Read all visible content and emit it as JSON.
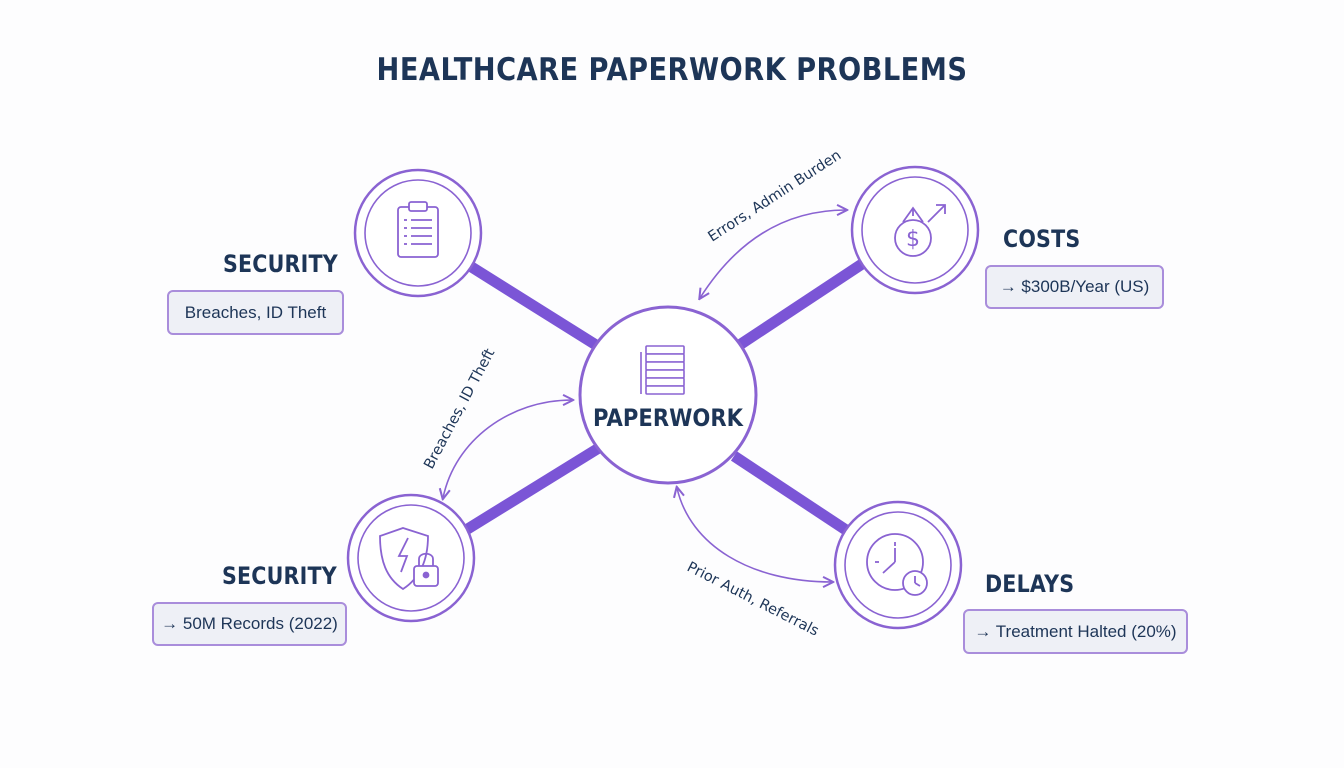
{
  "title": "HEALTHCARE PAPERWORK PROBLEMS",
  "center": {
    "label": "PAPERWORK",
    "icon": "paper-stack-icon"
  },
  "nodes": [
    {
      "id": "security-top",
      "heading": "SECURITY",
      "tag": "Breaches, ID Theft",
      "icon": "clipboard-icon"
    },
    {
      "id": "costs",
      "heading": "COSTS",
      "tag": "→ $300B/Year (US)",
      "icon": "money-growth-icon"
    },
    {
      "id": "security-bottom",
      "heading": "SECURITY",
      "tag": "→ 50M Records (2022)",
      "icon": "shield-lock-icon"
    },
    {
      "id": "delays",
      "heading": "DELAYS",
      "tag": "→ Treatment Halted (20%)",
      "icon": "clock-icon"
    }
  ],
  "arrows": [
    {
      "id": "arrow-costs",
      "label": "Errors, Admin Burden"
    },
    {
      "id": "arrow-security",
      "label": "Breaches, ID Theft"
    },
    {
      "id": "arrow-delays",
      "label": "Prior Auth, Referrals"
    }
  ],
  "colors": {
    "accent": "#8a63d2",
    "connector": "#7b55d6",
    "text": "#1d3557",
    "tag_fill": "#eef0f6",
    "tag_border": "#a98ddb"
  }
}
